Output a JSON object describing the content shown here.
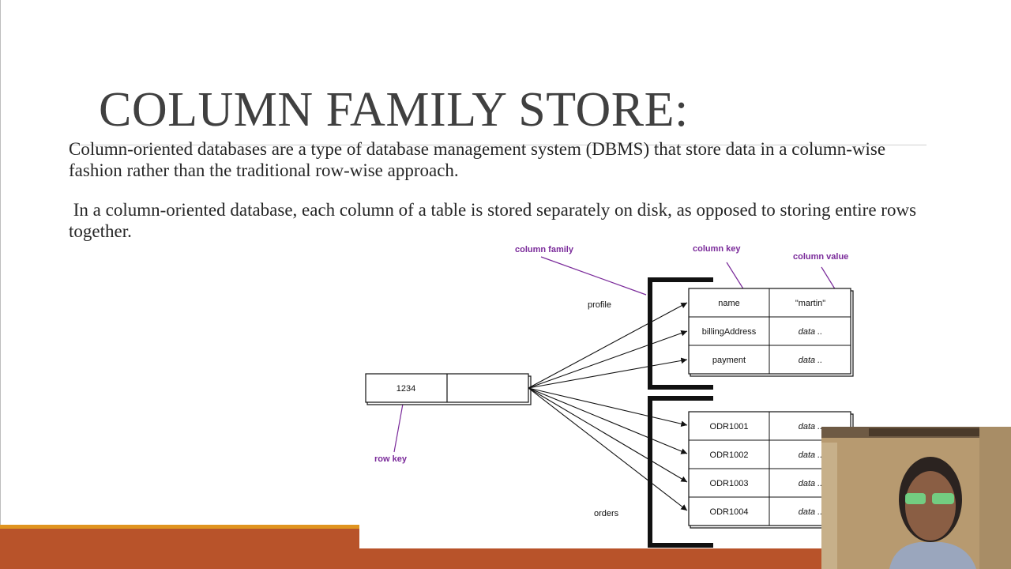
{
  "slide": {
    "title": "COLUMN FAMILY STORE:",
    "paragraphs": [
      "Column-oriented databases are a type of database management system (DBMS) that store data in a column-wise fashion rather than the traditional row-wise approach.",
      " In a column-oriented database, each column of a table is stored separately on disk, as opposed to storing entire rows together."
    ]
  },
  "diagram": {
    "annotations": {
      "column_family": "column family",
      "column_key": "column key",
      "column_value": "column value",
      "row_key": "row key"
    },
    "row_key_value": "1234",
    "families": {
      "profile": {
        "label": "profile",
        "rows": [
          {
            "key": "name",
            "value": "\"martin\""
          },
          {
            "key": "billingAddress",
            "value": "data .."
          },
          {
            "key": "payment",
            "value": "data .."
          }
        ]
      },
      "orders": {
        "label": "orders",
        "rows": [
          {
            "key": "ODR1001",
            "value": "data .."
          },
          {
            "key": "ODR1002",
            "value": "data .."
          },
          {
            "key": "ODR1003",
            "value": "data .."
          },
          {
            "key": "ODR1004",
            "value": "data .."
          }
        ]
      }
    },
    "colors": {
      "annotation": "#7a2a9a",
      "ink": "#111111"
    }
  },
  "theme": {
    "bottom_bar": "#b8532a",
    "accent": "#e0941f"
  }
}
